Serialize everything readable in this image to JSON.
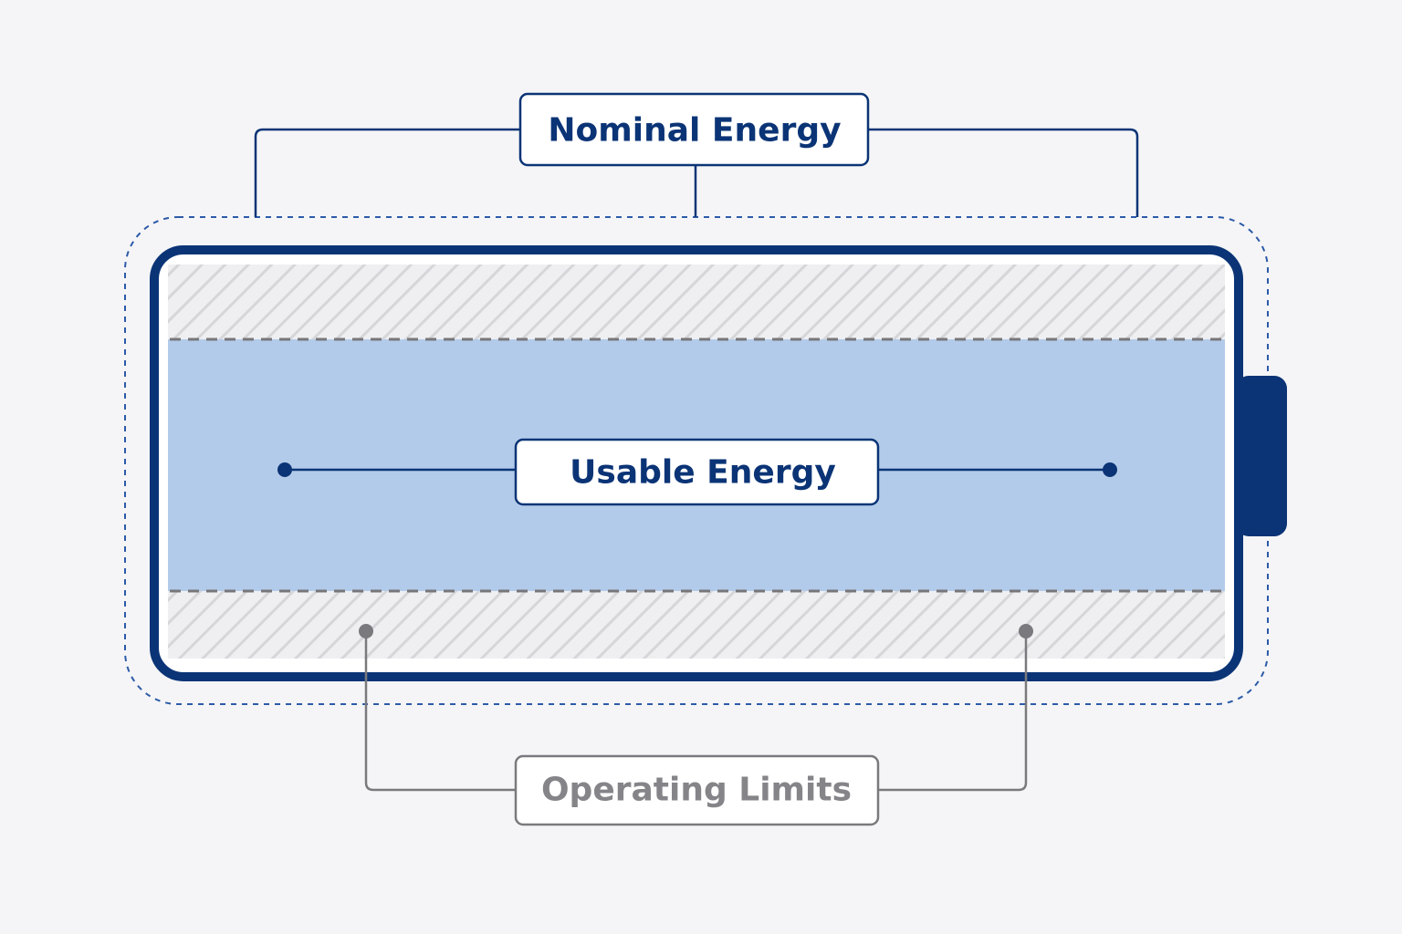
{
  "labels": {
    "nominal": "Nominal Energy",
    "usable": "Usable Energy",
    "limits": "Operating Limits"
  },
  "colors": {
    "background": "#f5f5f7",
    "navy": "#0b3476",
    "usable_fill": "#b3cbea",
    "hatch_bg": "#efeff1",
    "hatch_line": "#d6d6da",
    "gray_line": "#7a7a7e",
    "limits_text": "#858589"
  },
  "icons": {
    "battery": "battery-icon",
    "terminal": "battery-terminal-icon"
  }
}
